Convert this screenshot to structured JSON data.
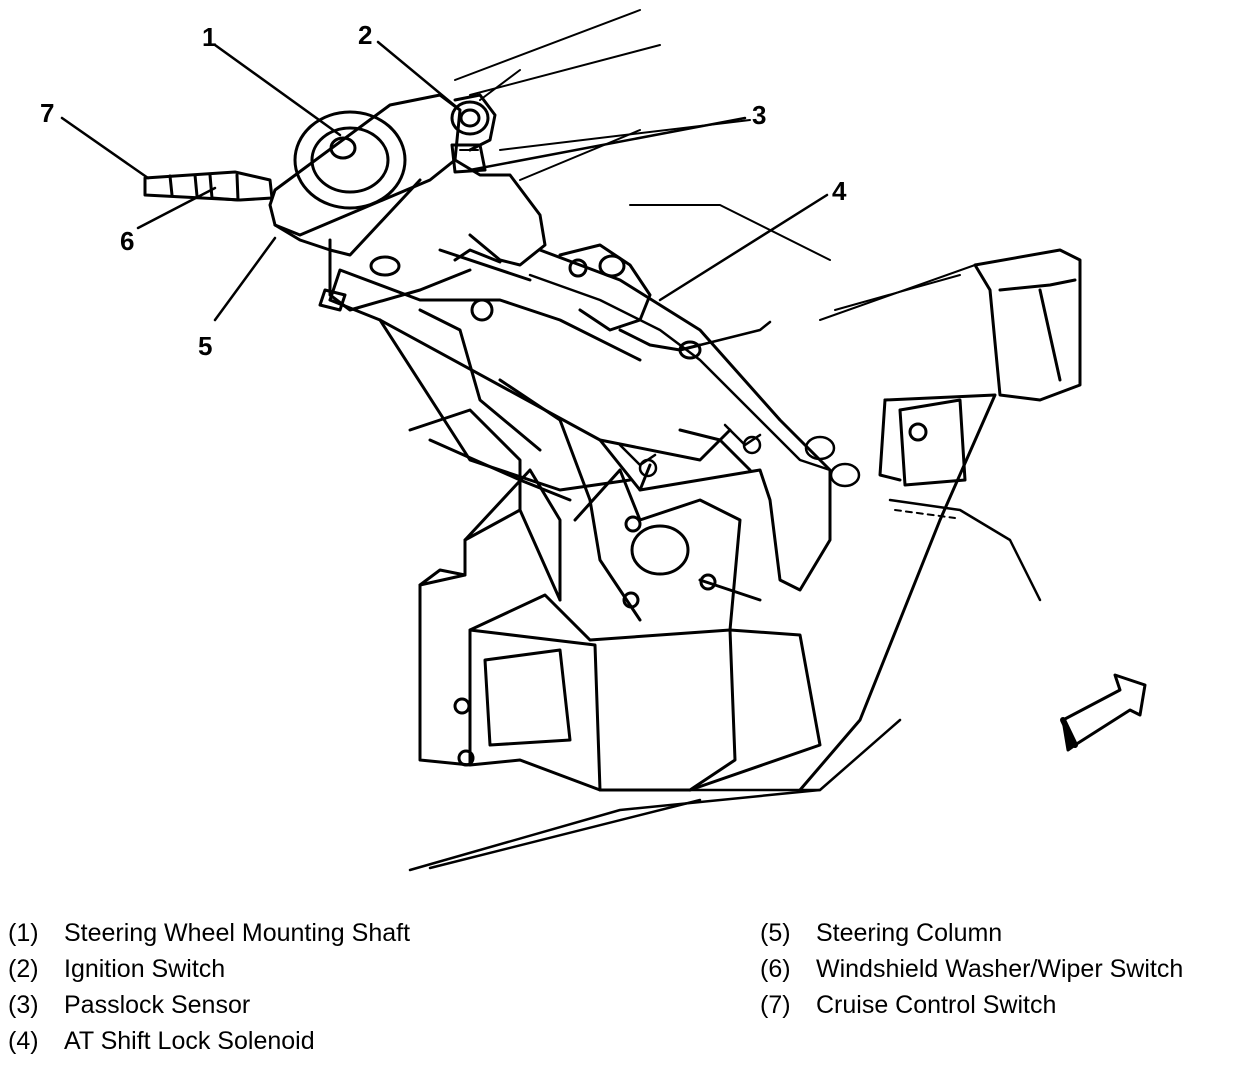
{
  "callouts": [
    {
      "number": "1"
    },
    {
      "number": "2"
    },
    {
      "number": "3"
    },
    {
      "number": "4"
    },
    {
      "number": "5"
    },
    {
      "number": "6"
    },
    {
      "number": "7"
    }
  ],
  "legend": {
    "left": [
      {
        "num": "(1)",
        "text": "Steering Wheel Mounting Shaft"
      },
      {
        "num": "(2)",
        "text": "Ignition Switch"
      },
      {
        "num": "(3)",
        "text": "Passlock Sensor"
      },
      {
        "num": "(4)",
        "text": "AT Shift Lock Solenoid"
      }
    ],
    "right": [
      {
        "num": "(5)",
        "text": "Steering Column"
      },
      {
        "num": "(6)",
        "text": "Windshield Washer/Wiper Switch"
      },
      {
        "num": "(7)",
        "text": "Cruise Control Switch"
      }
    ]
  },
  "colors": {
    "ink": "#000000",
    "paper": "#ffffff"
  }
}
